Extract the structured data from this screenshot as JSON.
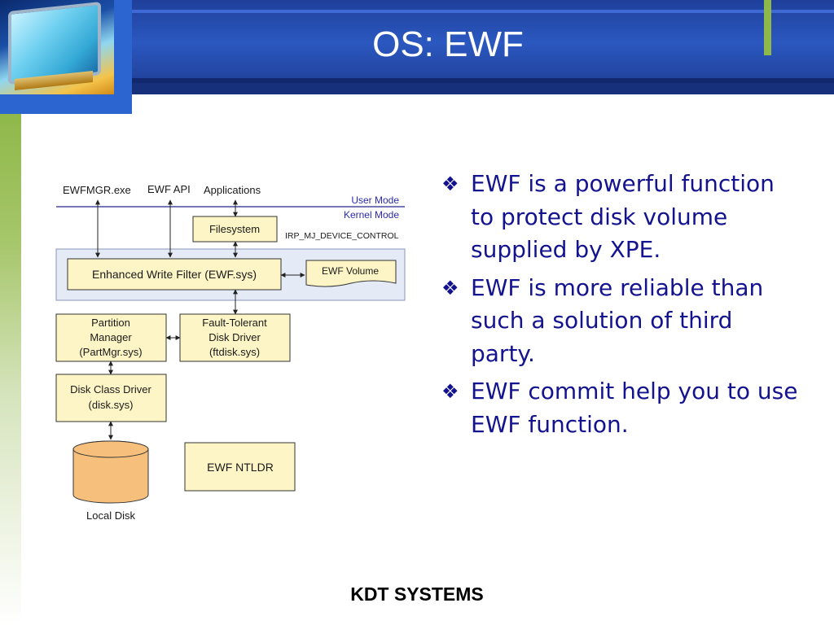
{
  "slide": {
    "title": "OS: EWF",
    "footer": "KDT SYSTEMS"
  },
  "diagram": {
    "ewfmgr": "EWFMGR.exe",
    "ewf_api": "EWF API",
    "applications": "Applications",
    "user_mode": "User Mode",
    "kernel_mode": "Kernel Mode",
    "filesystem": "Filesystem",
    "irp": "IRP_MJ_DEVICE_CONTROL",
    "ewf_sys": "Enhanced Write Filter (EWF.sys)",
    "ewf_volume": "EWF Volume",
    "partmgr": [
      "Partition",
      "Manager",
      "(PartMgr.sys)"
    ],
    "ftdisk": [
      "Fault-Tolerant",
      "Disk Driver",
      "(ftdisk.sys)"
    ],
    "diskclass": [
      "Disk Class Driver",
      "(disk.sys)"
    ],
    "ntldr": "EWF NTLDR",
    "local_disk": "Local Disk"
  },
  "bullets": [
    "EWF is a powerful function to protect disk volume supplied by XPE.",
    "EWF is more reliable than such a solution of third party.",
    "EWF commit help you to use EWF function."
  ],
  "colors": {
    "header_blue": "#2b58c0",
    "text_navy": "#13138f",
    "accent_green": "#8fb84a",
    "box_fill": "#fdf5c6",
    "kernel_panel": "#e4eaf6",
    "disk_fill": "#f6c07c"
  },
  "icons": {
    "bullet": "diamond-bullet-icon",
    "corner_image": "computer-monitor-icon"
  }
}
